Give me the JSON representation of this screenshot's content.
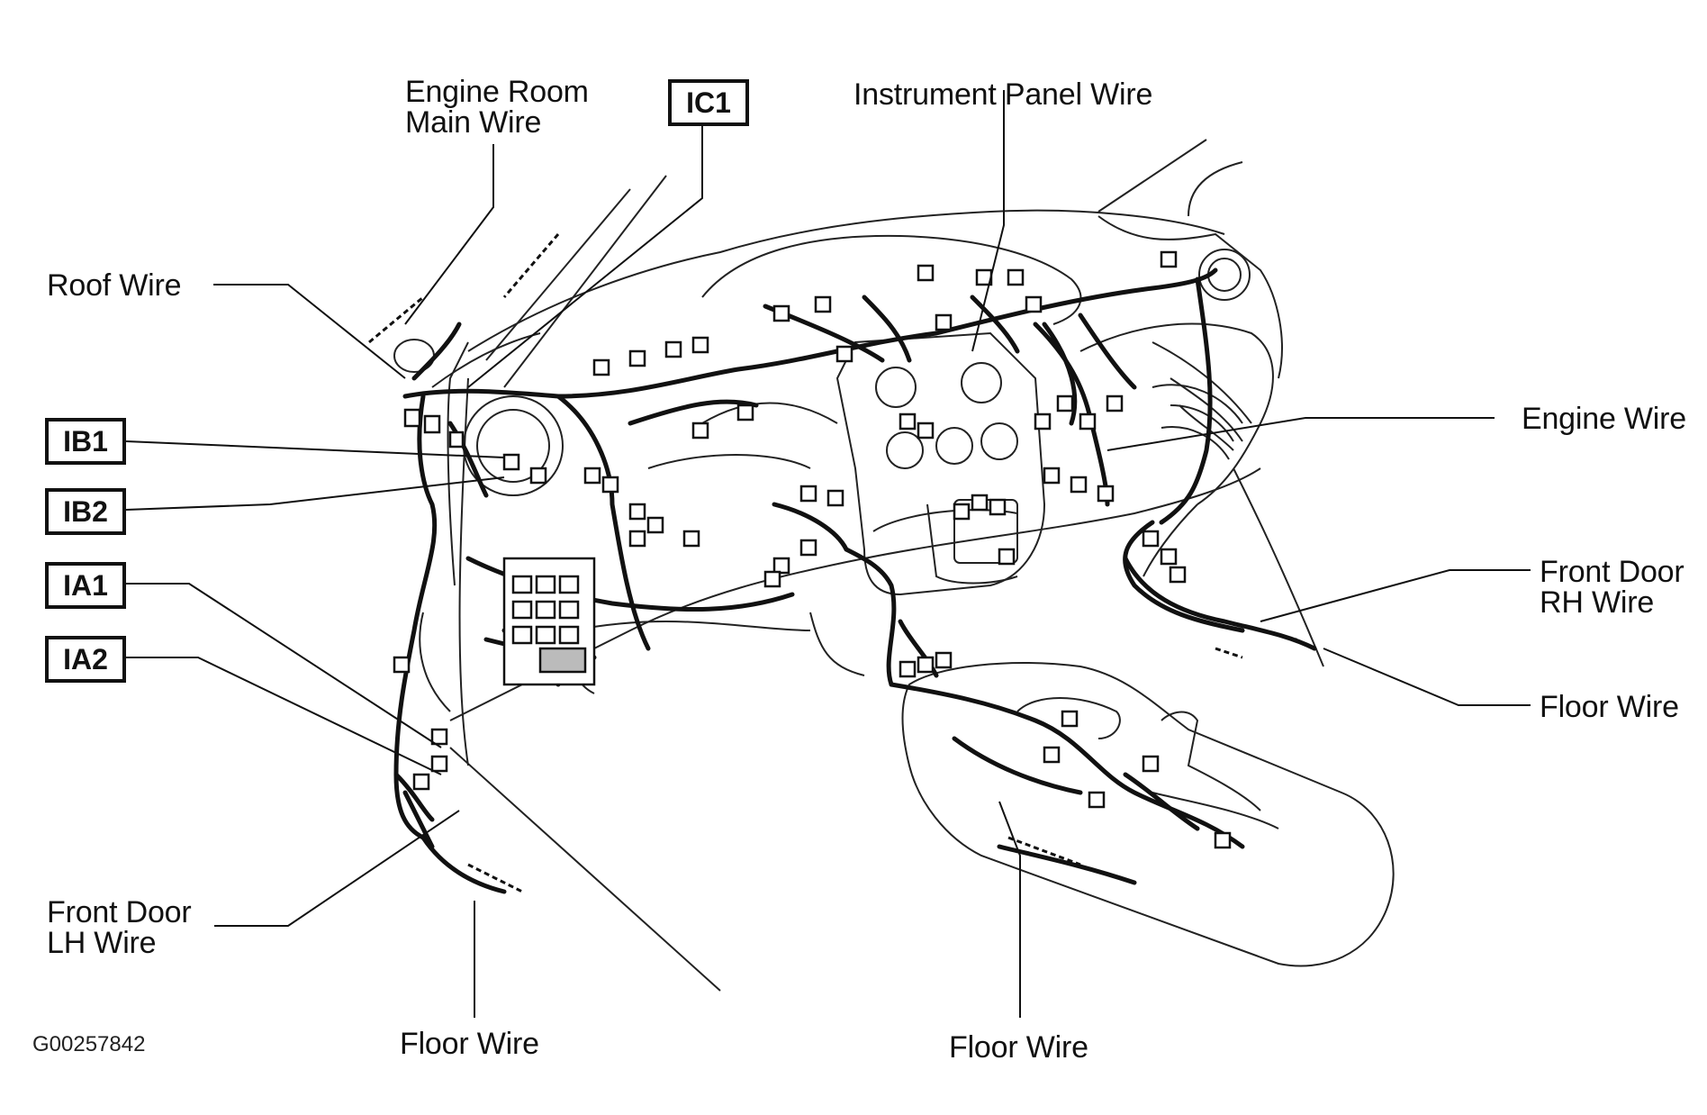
{
  "figure_id": "G00257842",
  "labels": {
    "engine_room_main_wire": "Engine Room\nMain Wire",
    "ic1": "IC1",
    "instrument_panel_wire": "Instrument Panel Wire",
    "roof_wire": "Roof Wire",
    "ib1": "IB1",
    "ib2": "IB2",
    "ia1": "IA1",
    "ia2": "IA2",
    "engine_wire": "Engine Wire",
    "front_door_rh_wire": "Front Door\nRH Wire",
    "floor_wire_right": "Floor Wire",
    "front_door_lh_wire": "Front Door\nLH Wire",
    "floor_wire_bottom_left": "Floor Wire",
    "floor_wire_bottom_center": "Floor Wire"
  }
}
